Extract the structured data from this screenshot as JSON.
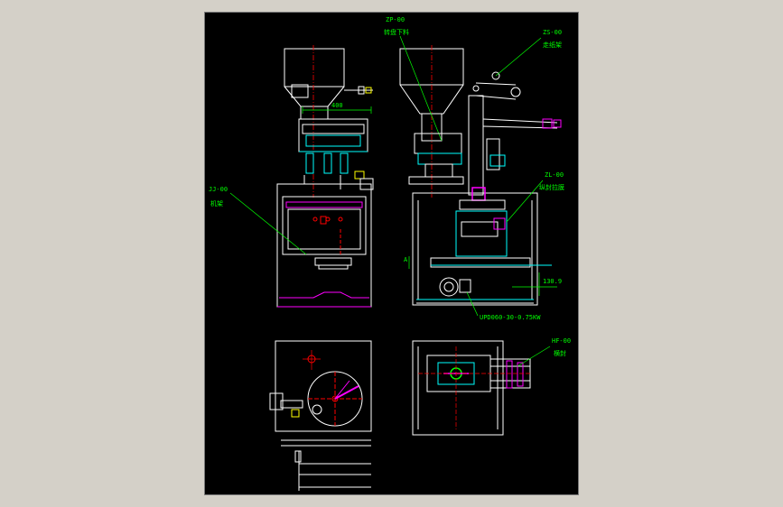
{
  "drawing": {
    "labels": {
      "zp": {
        "code": "ZP-00",
        "name": "转盘下料"
      },
      "zs": {
        "code": "ZS-00",
        "name": "走纸架"
      },
      "zl": {
        "code": "ZL-00",
        "name": "纵封拉膜"
      },
      "jj": {
        "code": "JJ-00",
        "name": "机架"
      },
      "hf": {
        "code": "HF-00",
        "name": "横封"
      },
      "motor": "UPD060-30-0.75KW"
    },
    "dimensions": {
      "top_width": "400",
      "side_offset": "130.9",
      "marker_a": "A"
    }
  },
  "colors": {
    "background": "#000000",
    "frame": "#d4d0c8",
    "outline": "#ffffff",
    "annotation": "#00ff00",
    "center_line": "#ff0000",
    "accent_magenta": "#ff00ff",
    "accent_cyan": "#00ffff",
    "accent_yellow": "#ffff00"
  }
}
